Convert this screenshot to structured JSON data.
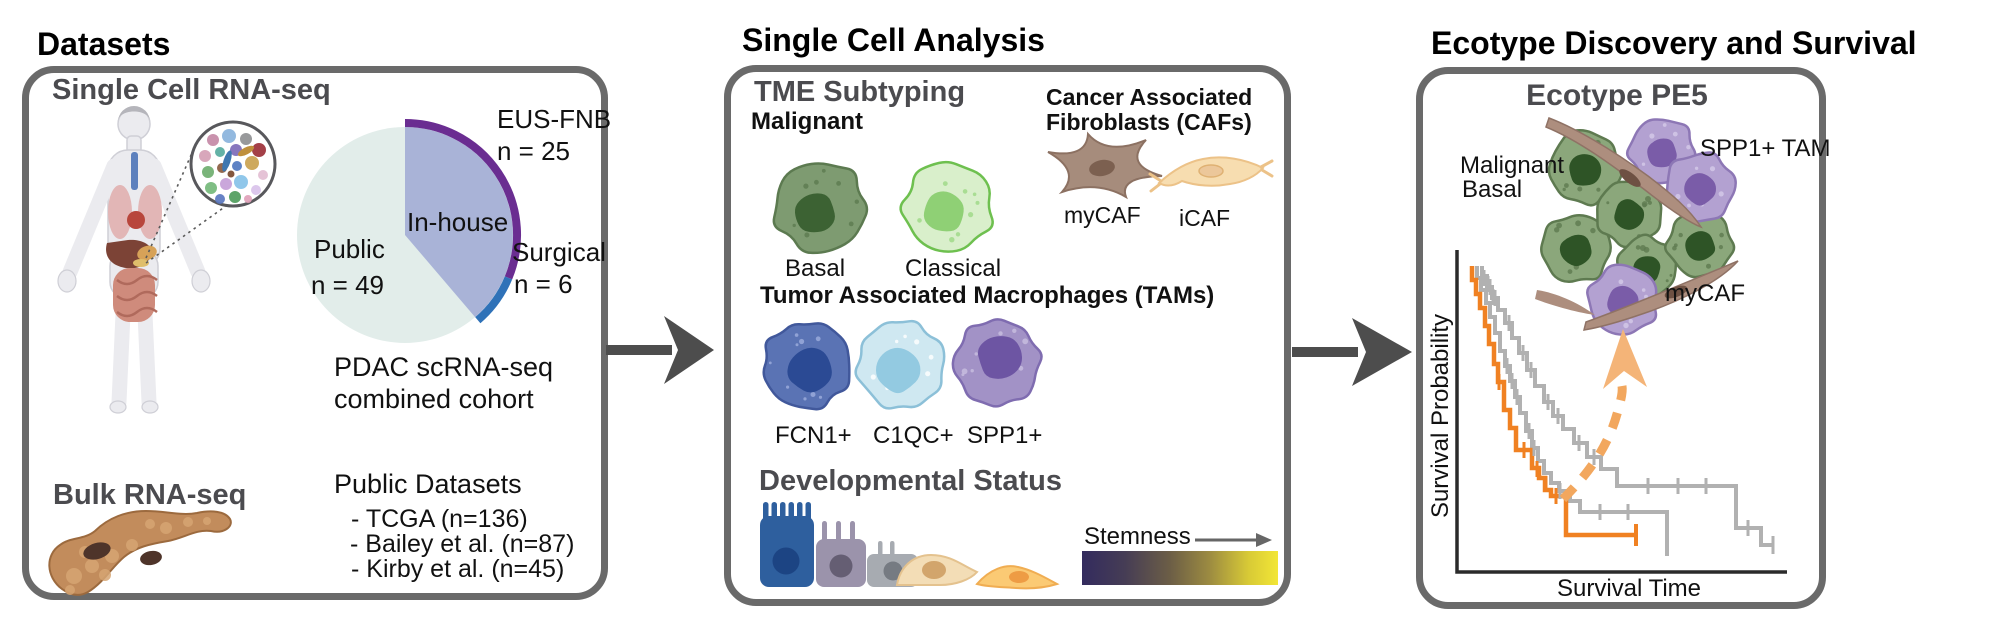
{
  "titles": {
    "datasets": "Datasets",
    "analysis": "Single Cell Analysis",
    "ecotype": "Ecotype Discovery and Survival"
  },
  "datasets": {
    "single_cell_heading": "Single Cell RNA-seq",
    "bulk_heading": "Bulk RNA-seq",
    "pie": {
      "in_house_label": "In-house",
      "public_label": "Public",
      "public_n": "n = 49",
      "eus_label": "EUS-FNB",
      "eus_n": "n = 25",
      "surgical_label": "Surgical",
      "surgical_n": "n = 6",
      "caption_line1": "PDAC scRNA-seq",
      "caption_line2": "combined cohort",
      "values": {
        "public": 49,
        "eus_fnb": 25,
        "surgical": 6
      },
      "colors": {
        "public_slice": "#E2EDEA",
        "in_house_slice": "#A9B3D7",
        "eus_arc": "#6A2D91",
        "surgical_arc": "#2F72B8"
      }
    },
    "public_datasets": {
      "heading": "Public Datasets",
      "items": [
        "- TCGA (n=136)",
        "- Bailey et al. (n=87)",
        "- Kirby et al. (n=45)"
      ]
    }
  },
  "analysis": {
    "tme_heading": "TME Subtyping",
    "malignant_heading": "Malignant",
    "malignant_cells": [
      "Basal",
      "Classical"
    ],
    "caf_heading_line1": "Cancer Associated",
    "caf_heading_line2": "Fibroblasts (CAFs)",
    "caf_cells": [
      "myCAF",
      "iCAF"
    ],
    "tam_heading": "Tumor Associated Macrophages (TAMs)",
    "tam_cells": [
      "FCN1+",
      "C1QC+",
      "SPP1+"
    ],
    "development_heading": "Developmental Status",
    "stemness_label": "Stemness",
    "stemness_gradient": [
      "#332B5E",
      "#F2E636"
    ]
  },
  "ecotype": {
    "subheading": "Ecotype PE5",
    "labels": {
      "malignant_line1": "Malignant",
      "malignant_line2": "Basal",
      "spp1_tam": "SPP1+ TAM",
      "mycaf": "myCAF"
    },
    "survival": {
      "ylabel": "Survival Probability",
      "xlabel": "Survival Time",
      "curve_colors": {
        "pe5": "#F08122",
        "other": "#B1B1B1"
      }
    }
  }
}
